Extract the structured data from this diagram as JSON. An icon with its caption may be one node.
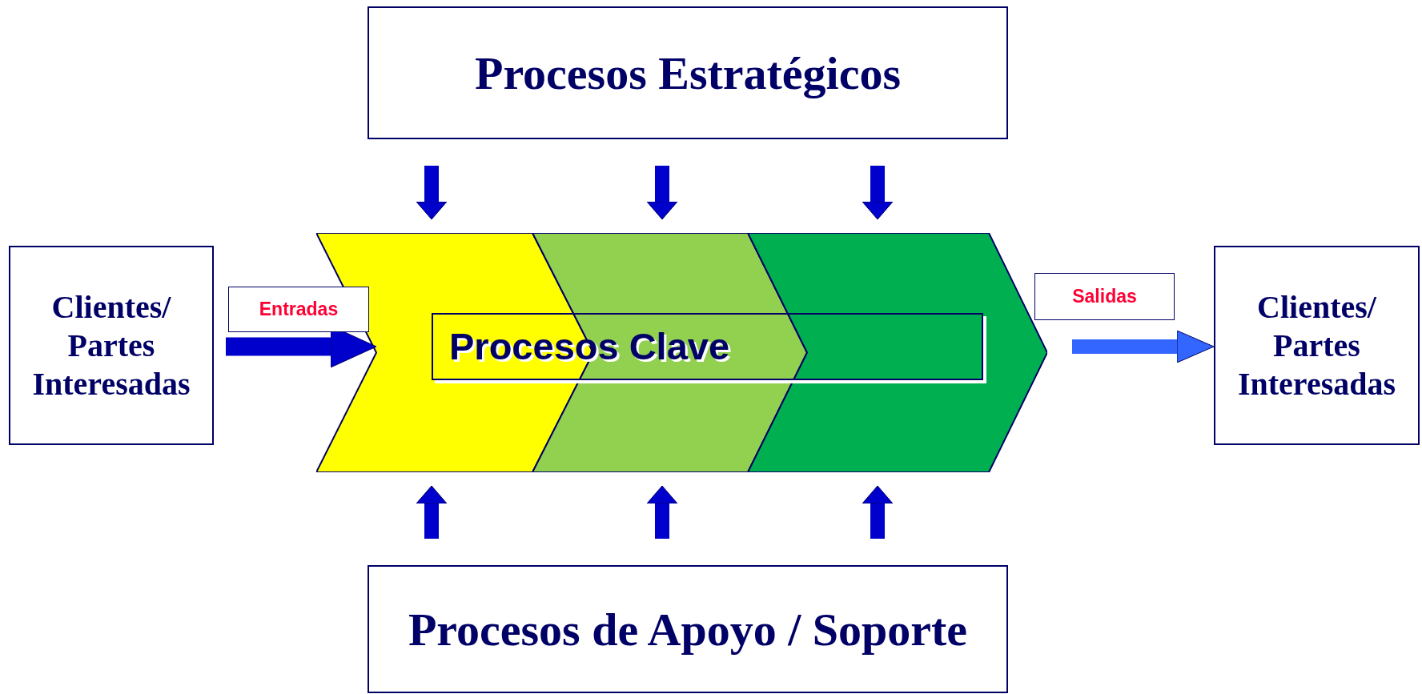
{
  "diagram": {
    "nodes": [
      {
        "text": [
          "Procesos Estratégicos"
        ]
      },
      {
        "text": [
          "Clientes/ Partes Interesadas"
        ]
      },
      {
        "text": [],
        "shape": "chevron"
      },
      {
        "text": [],
        "shape": "chevron"
      },
      {
        "text": [],
        "shape": "chevron"
      },
      {
        "text": [
          "Procesos Clave"
        ]
      },
      {
        "text": [
          "Clientes/ Partes Interesadas"
        ]
      },
      {
        "text": [
          "Procesos de Apoyo / Soporte"
        ]
      }
    ],
    "edges": [
      {
        "from": 1,
        "to": 2,
        "arrow": "to",
        "label": "Entradas"
      },
      {
        "from": 4,
        "to": 6,
        "arrow": "to",
        "label": "Salidas",
        "color": "#3366ff"
      },
      {
        "from": 0,
        "to": 2,
        "arrow": "to"
      },
      {
        "from": 0,
        "to": 3,
        "arrow": "to"
      },
      {
        "from": 0,
        "to": 4,
        "arrow": "to"
      },
      {
        "from": 7,
        "to": 2,
        "arrow": "to"
      },
      {
        "from": 7,
        "to": 3,
        "arrow": "to"
      },
      {
        "from": 7,
        "to": 4,
        "arrow": "to"
      }
    ]
  }
}
